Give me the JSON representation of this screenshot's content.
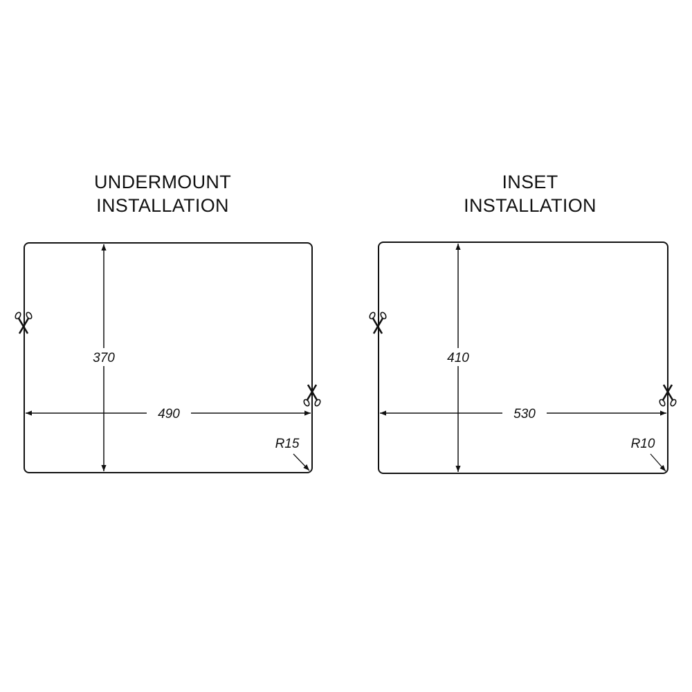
{
  "panels": [
    {
      "title_line1": "UNDERMOUNT",
      "title_line2": "INSTALLATION",
      "height_label": "370",
      "width_label": "490",
      "radius_label": "R15"
    },
    {
      "title_line1": "INSET",
      "title_line2": "INSTALLATION",
      "height_label": "410",
      "width_label": "530",
      "radius_label": "R10"
    }
  ],
  "icons": [
    "scissors-icon"
  ]
}
